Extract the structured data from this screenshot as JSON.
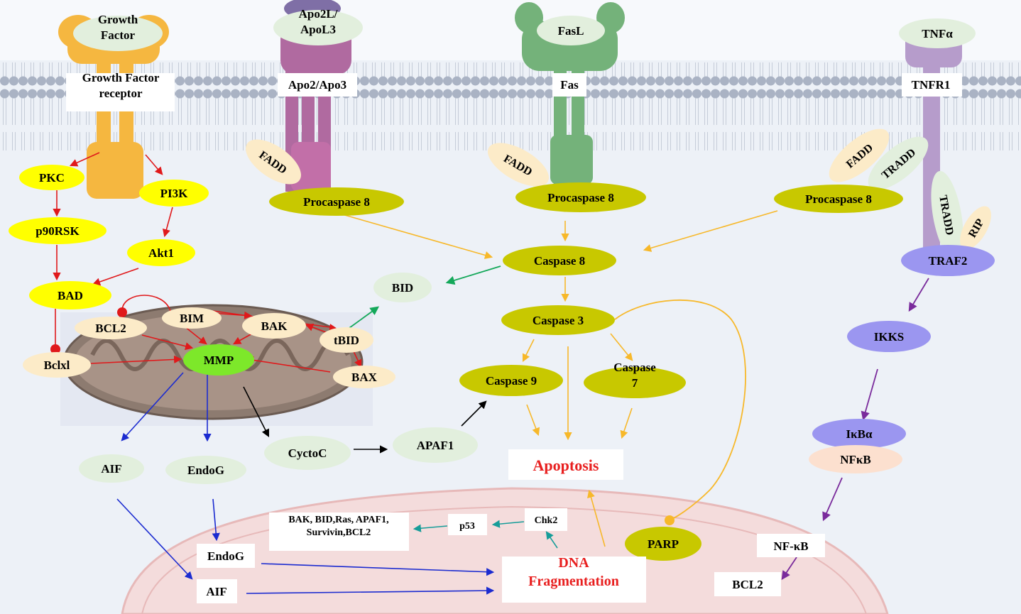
{
  "colors": {
    "background": "#edf1f7",
    "membrane_head": "#aab3c4",
    "growth_factor_receptor": "#f5b740",
    "apo_receptor": "#b06aa0",
    "fas_receptor": "#74b27a",
    "tnfr1_receptor": "#b69ccb",
    "yellow_node": "#ffff00",
    "olive_node": "#c8c800",
    "cream_node": "#fcebc8",
    "pale_green_node": "#e2efdd",
    "lime_node": "#7de82a",
    "lavender_node": "#9b96f0",
    "peach_node": "#fce0cf",
    "red_arrow": "#e0191b",
    "gold_arrow": "#f7b82a",
    "green_arrow": "#14a85a",
    "blue_arrow": "#1b2bd0",
    "black_arrow": "#000000",
    "teal_arrow": "#169d99",
    "purple_arrow": "#7a2b9c",
    "apoptosis_text": "#e81f1f"
  },
  "ligands": {
    "growth_factor": "Growth Factor",
    "apo2l": "Apo2L/ ApoL3",
    "fasl": "FasL",
    "tnfa": "TNFα"
  },
  "receptors": {
    "gf_receptor": "Growth Factor receptor",
    "apo2": "Apo2/Apo3",
    "fas": "Fas",
    "tnfr1": "TNFR1"
  },
  "nodes": {
    "fadd_1": "FADD",
    "fadd_2": "FADD",
    "fadd_3": "FADD",
    "tradd_1": "TRADD",
    "tradd_2": "TRADD",
    "rip": "RIP",
    "procaspase8_1": "Procaspase 8",
    "procaspase8_2": "Procaspase 8",
    "procaspase8_3": "Procaspase 8",
    "caspase8": "Caspase 8",
    "caspase3": "Caspase 3",
    "caspase9": "Caspase 9",
    "caspase7": "Caspase 7",
    "bid": "BID",
    "tbid": "tBID",
    "pkc": "PKC",
    "pi3k": "PI3K",
    "p90rsk": "p90RSK",
    "akt1": "Akt1",
    "bad": "BAD",
    "bcl2": "BCL2",
    "bim": "BIM",
    "bak": "BAK",
    "bax": "BAX",
    "bclxl": "Bclxl",
    "mmp": "MMP",
    "aif": "AIF",
    "endog": "EndoG",
    "cytoc": "CyctoC",
    "apaf1": "APAF1",
    "traf2": "TRAF2",
    "ikks": "IKKS",
    "ikba": "IκBα",
    "nfkb": "NFκB",
    "parp": "PARP"
  },
  "boxes": {
    "apoptosis": "Apoptosis",
    "dna_fragmentation": "DNA Fragmentation",
    "endog_nucleus": "EndoG",
    "aif_nucleus": "AIF",
    "chk2": "Chk2",
    "p53": "p53",
    "p53_targets": "BAK, BID,Ras, APAF1, Survivin,BCL2",
    "nf_kb": "NF-κB",
    "bcl2_out": "BCL2"
  }
}
